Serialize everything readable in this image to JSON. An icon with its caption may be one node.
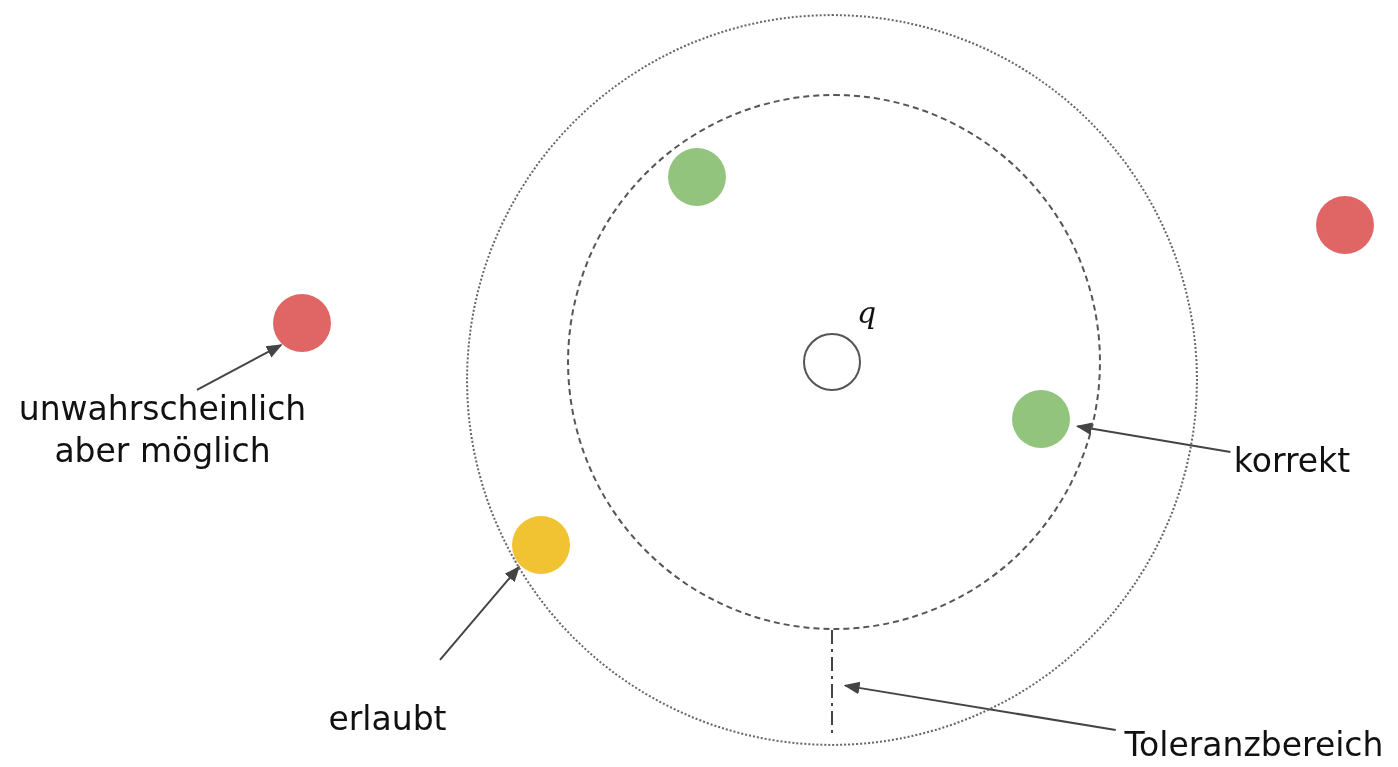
{
  "diagram": {
    "nodes": [
      {
        "text": [],
        "shape": "circle"
      },
      {
        "text": [],
        "shape": "circle",
        "in": 0
      },
      {
        "text": [],
        "shape": "circle",
        "in": 1,
        "beside": [
          "q"
        ]
      },
      {
        "text": [],
        "shape": "circle",
        "in": 1
      },
      {
        "text": [],
        "shape": "circle",
        "in": 1
      },
      {
        "text": [],
        "shape": "circle",
        "in": 0
      },
      {
        "text": [],
        "shape": "circle"
      },
      {
        "text": [],
        "shape": "circle"
      },
      {
        "text": [
          "unwahrscheinlich aber möglich"
        ]
      },
      {
        "text": [
          "erlaubt"
        ]
      },
      {
        "text": [
          "korrekt"
        ]
      },
      {
        "text": [
          "Toleranzbereich"
        ]
      },
      {
        "text": [],
        "shape": "line",
        "in": 0
      }
    ],
    "edges": [
      {
        "from": 8,
        "to": 6,
        "arrow": "to"
      },
      {
        "from": 9,
        "to": 5,
        "arrow": "to"
      },
      {
        "from": 10,
        "to": 1,
        "arrow": "to"
      },
      {
        "from": 11,
        "to": 12,
        "arrow": "to"
      }
    ]
  }
}
